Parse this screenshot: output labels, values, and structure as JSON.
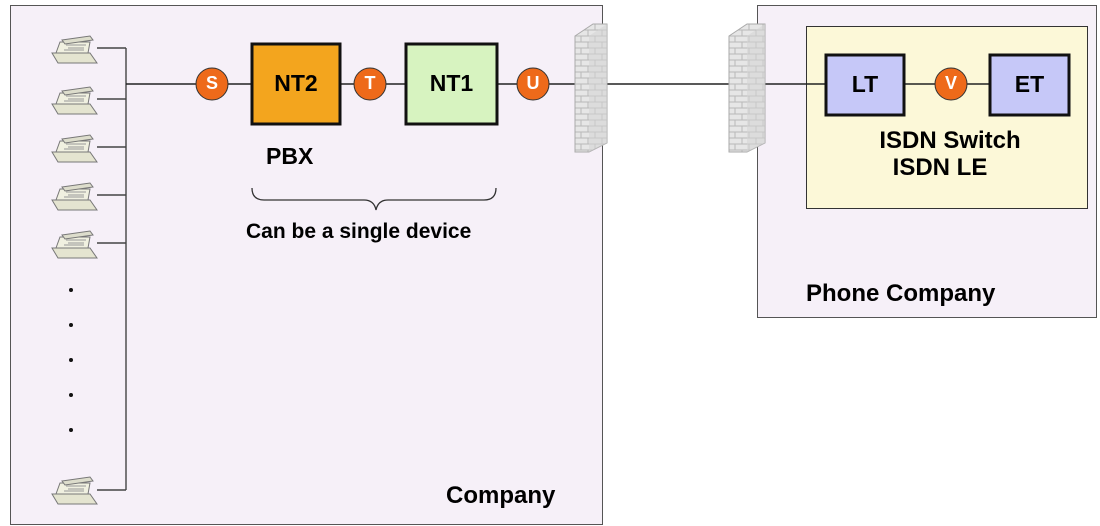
{
  "company": {
    "label": "Company"
  },
  "phone_company": {
    "label": "Phone Company"
  },
  "reference_points": {
    "s": "S",
    "t": "T",
    "u": "U",
    "v": "V"
  },
  "devices": {
    "nt2": "NT2",
    "nt1": "NT1",
    "lt": "LT",
    "et": "ET"
  },
  "pbx_label": "PBX",
  "brace_caption": "Can be a single device",
  "isdn_switch": {
    "line1": "ISDN Switch",
    "line2": "ISDN LE"
  },
  "phone_list": {
    "ellipsis": "·"
  },
  "colors": {
    "company_bg": "#f6f0f8",
    "phone_company_bg": "#f6f0f8",
    "switch_bg": "#fcf8d8",
    "nt2_fill": "#f3a51e",
    "nt1_fill": "#d7f3c0",
    "lt_et_fill": "#c6c8f8",
    "ref_point_fill": "#ee6a1a"
  }
}
